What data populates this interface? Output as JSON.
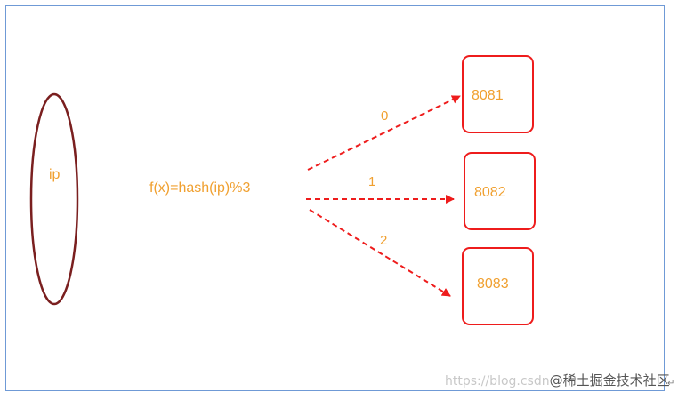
{
  "client": {
    "label": "ip"
  },
  "hash_function": {
    "label": "f(x)=hash(ip)%3"
  },
  "routes": [
    {
      "index_label": "0",
      "server_label": "8081"
    },
    {
      "index_label": "1",
      "server_label": "8082"
    },
    {
      "index_label": "2",
      "server_label": "8083"
    }
  ],
  "watermark": {
    "url_text": "https://blog.csdn",
    "brand_text": "@稀土掘金技术社区"
  },
  "colors": {
    "frame_border": "#6f9ad6",
    "ellipse_stroke": "#7a1f1f",
    "arrow": "#ee1c1c",
    "box_border": "#ee1c1c",
    "label_text": "#f0a030"
  }
}
